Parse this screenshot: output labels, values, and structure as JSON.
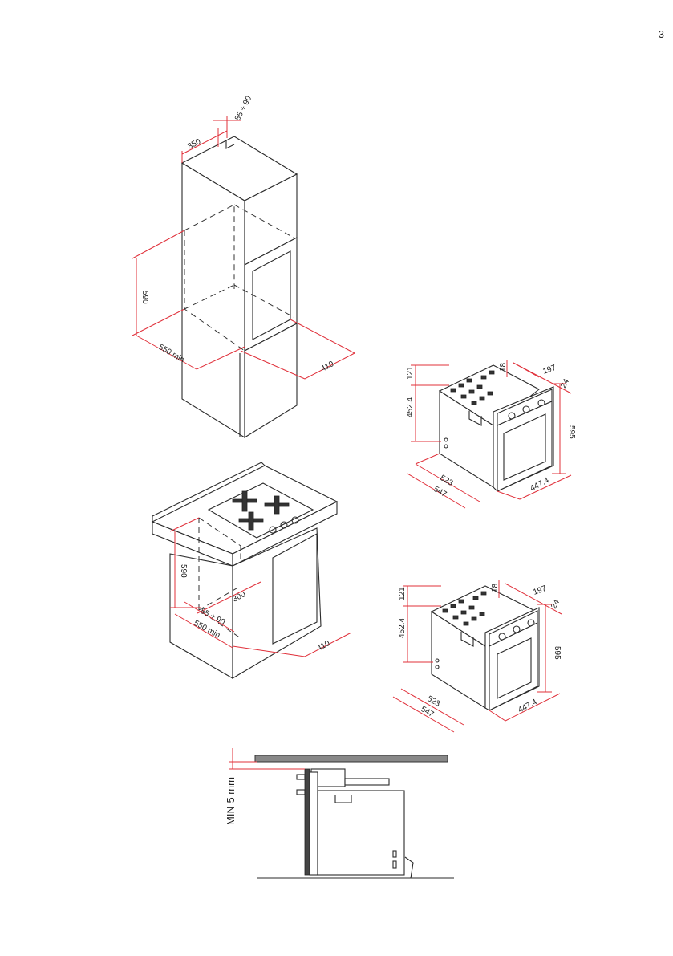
{
  "page_number": "3",
  "tall_unit": {
    "dim_top_depth": "350",
    "dim_top_gap": "85 ÷ 90",
    "dim_niche_height": "590",
    "dim_min_depth": "550 min",
    "dim_width": "410"
  },
  "oven_top": {
    "dim_121": "121",
    "dim_452": "452.4",
    "dim_18": "18",
    "dim_197": "197",
    "dim_24": "24",
    "dim_595": "595",
    "dim_523": "523",
    "dim_547": "547",
    "dim_447": "447.4"
  },
  "counter_unit": {
    "dim_590": "590",
    "dim_300": "300",
    "dim_gap": "85 ÷ 90",
    "dim_min_depth": "550 min",
    "dim_width": "410"
  },
  "oven_bottom": {
    "dim_121": "121",
    "dim_452": "452.4",
    "dim_18": "18",
    "dim_197": "197",
    "dim_24": "24",
    "dim_595": "595",
    "dim_523": "523",
    "dim_547": "547",
    "dim_447": "447.4"
  },
  "side_view": {
    "label_min": "MIN 5 mm"
  }
}
